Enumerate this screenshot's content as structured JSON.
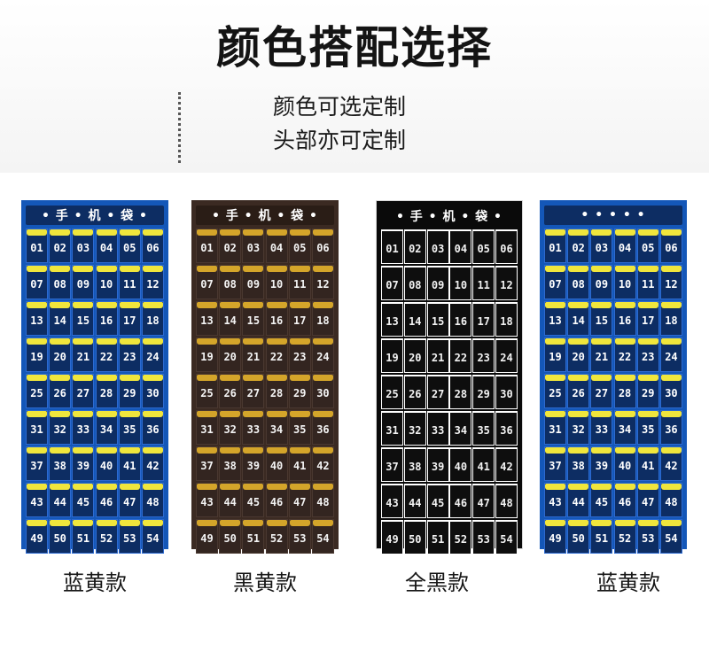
{
  "title": "颜色搭配选择",
  "subtitle_lines": [
    "颜色可选定制",
    "头部亦可定制"
  ],
  "header_text": "• 手 • 机 • 袋 •",
  "header_text_plain": "• • • • •",
  "bags": [
    {
      "name": "蓝黄款",
      "style": "blue",
      "header": "label"
    },
    {
      "name": "黑黄款",
      "style": "brown",
      "header": "label"
    },
    {
      "name": "全黑款",
      "style": "black",
      "header": "label"
    },
    {
      "name": "蓝黄款",
      "style": "blue",
      "header": "plain"
    }
  ],
  "pocket_numbers": [
    "01",
    "02",
    "03",
    "04",
    "05",
    "06",
    "07",
    "08",
    "09",
    "10",
    "11",
    "12",
    "13",
    "14",
    "15",
    "16",
    "17",
    "18",
    "19",
    "20",
    "21",
    "22",
    "23",
    "24",
    "25",
    "26",
    "27",
    "28",
    "29",
    "30",
    "31",
    "32",
    "33",
    "34",
    "35",
    "36",
    "37",
    "38",
    "39",
    "40",
    "41",
    "42",
    "43",
    "44",
    "45",
    "46",
    "47",
    "48",
    "49",
    "50",
    "51",
    "52",
    "53",
    "54"
  ],
  "colors": {
    "blue_bg": "#1457b8",
    "navy_pocket": "#0d2d63",
    "yellow_rim": "#f0e63c",
    "brown_bg": "#3b2a22",
    "gold_rim": "#d4a52a",
    "black_bg": "#0a0a0a"
  }
}
